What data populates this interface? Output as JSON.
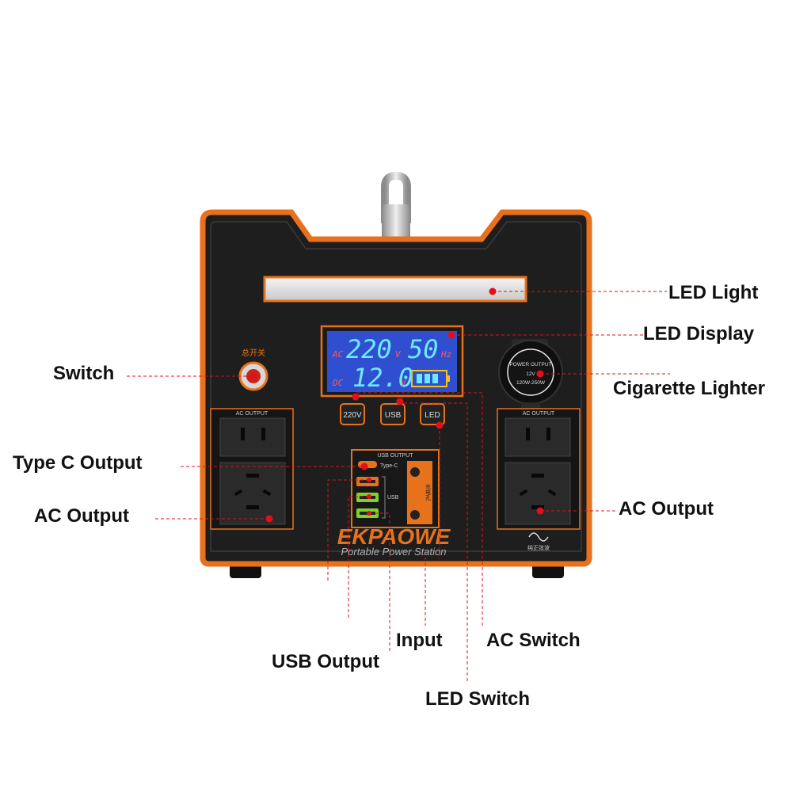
{
  "device": {
    "brand": "EKPAOWE",
    "subtitle": "Portable Power Station",
    "power_switch_label": "总开关",
    "display": {
      "ac_label": "AC",
      "ac_voltage": "220",
      "v_unit": "V",
      "frequency": "50",
      "hz_unit": "Hz",
      "dc_label": "DC",
      "dc_voltage": "12.0"
    },
    "buttons": {
      "ac": "220V",
      "usb": "USB",
      "led": "LED"
    },
    "left_socket_label": "AC OUTPUT",
    "right_socket_label": "AC OUTPUT",
    "usb_panel": {
      "title": "USB OUTPUT",
      "type_c": "Type-C",
      "usb": "USB",
      "charge_port": "充电孔"
    },
    "lighter_cap": {
      "line1": "POWER OUTPUT",
      "line2": "12V",
      "line3": "120W-250W"
    },
    "sine_wave_label": "纯正弦波"
  },
  "callouts": {
    "led_light": "LED Light",
    "led_display": "LED Display",
    "switch": "Switch",
    "cigarette_lighter": "Cigarette Lighter",
    "type_c_output": "Type C Output",
    "ac_output_left": "AC Output",
    "ac_output_right": "AC Output",
    "input": "Input",
    "ac_switch": "AC Switch",
    "usb_output": "USB Output",
    "led_switch": "LED Switch"
  },
  "colors": {
    "accent": "#e8711c",
    "body": "#1e1e1e",
    "lcd_bg": "#2f4fd0",
    "lcd_text": "#6fe7ff",
    "marker": "#e3101b"
  }
}
